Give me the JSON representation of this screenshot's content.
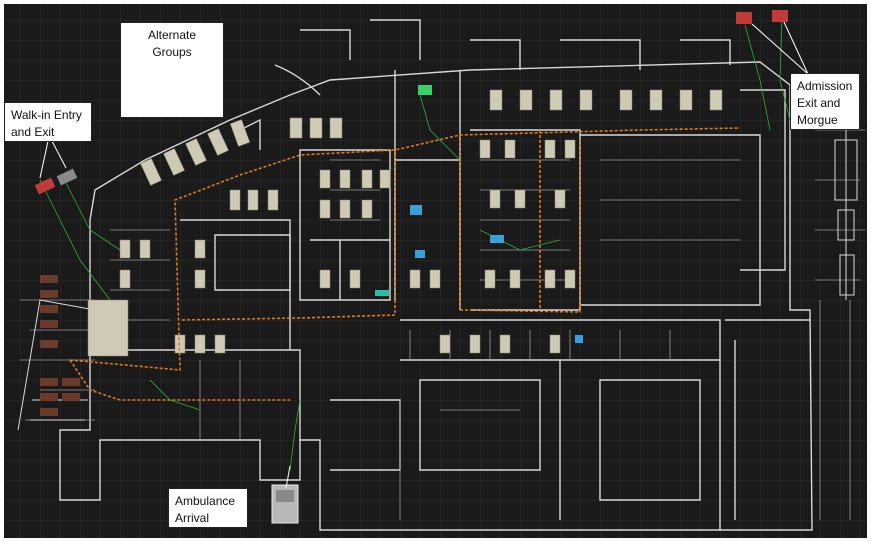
{
  "diagram": {
    "labels": {
      "walk_in": [
        "Walk-in Entry",
        "and Exit"
      ],
      "alternate": [
        "Alternate",
        "Groups"
      ],
      "admission": [
        "Admission",
        "Exit and",
        "Morgue"
      ],
      "ambulance": [
        "Ambulance",
        "Arrival"
      ]
    },
    "colors": {
      "background": "#1a1a1a",
      "grid": "#2e2e2e",
      "walls": "#d9d9d9",
      "path": "#e07a1f",
      "link": "#2fae3a",
      "agent": "#cfcab5",
      "entry": "#c23b3b"
    },
    "swatches": [
      "#e64595",
      "#e07a2f",
      "#8a3fd6",
      "#2d4fe0",
      "#3aa0d8",
      "#3ad0d0",
      "#26c0a8",
      "#3fd4a0",
      "#3ab46a",
      "#e03a6a",
      "#8a2fb0",
      "#c0303a"
    ]
  }
}
